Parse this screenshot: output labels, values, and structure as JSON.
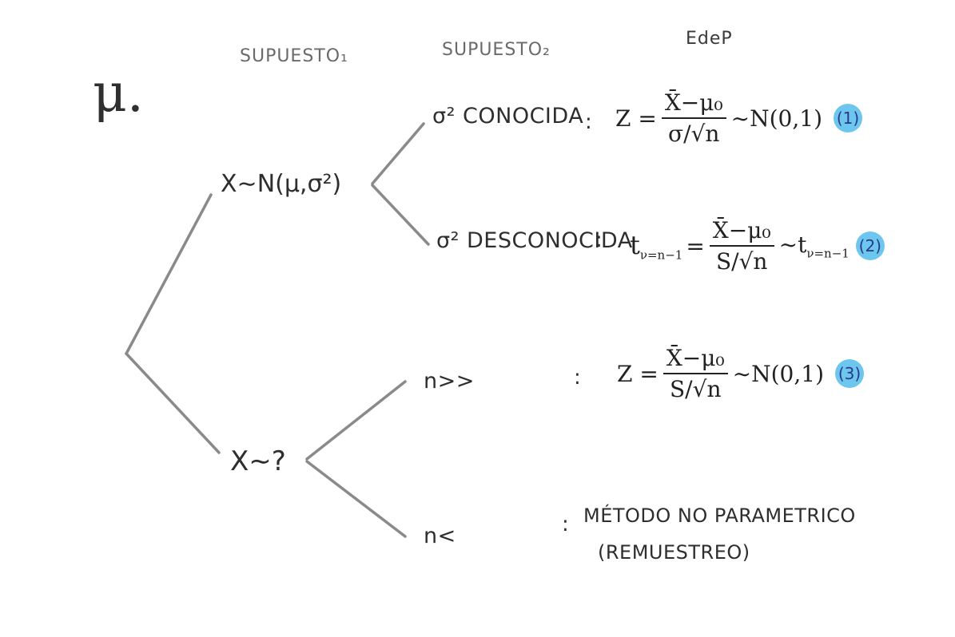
{
  "headers": {
    "col1": "SUPUESTO₁",
    "col2": "SUPUESTO₂",
    "col3": "EdeP"
  },
  "root_symbol": "μ.",
  "nodes": {
    "normal": "X∼N(μ,σ²)",
    "unknown": "X∼?"
  },
  "branches": {
    "known_var": "σ² CONOCIDA",
    "unknown_var": "σ² DESCONOCIDA",
    "large_n": "n>>",
    "small_n": "n<"
  },
  "separator": ":",
  "formulas": {
    "f1": {
      "lhs": "Z =",
      "num": "X̄−μ₀",
      "den": "σ/√n",
      "rhs": "∼N(0,1)",
      "badge": "(1)"
    },
    "f2": {
      "lhs": "t",
      "lhs_sub": "ν=n−1",
      "eq": "=",
      "num": "X̄−μ₀",
      "den": "S/√n",
      "rhs": "∼t",
      "rhs_sub": "ν=n−1",
      "badge": "(2)"
    },
    "f3": {
      "lhs": "Z =",
      "num": "X̄−μ₀",
      "den": "S/√n",
      "rhs": "∼N(0,1)",
      "badge": "(3)"
    }
  },
  "method": {
    "line1": "MÉTODO NO PARAMETRICO",
    "line2": "(REMUESTREO)"
  },
  "colors": {
    "ink": "#2e2e2e",
    "lines": "#8a8a8a",
    "badge": "#6cc6ee"
  }
}
